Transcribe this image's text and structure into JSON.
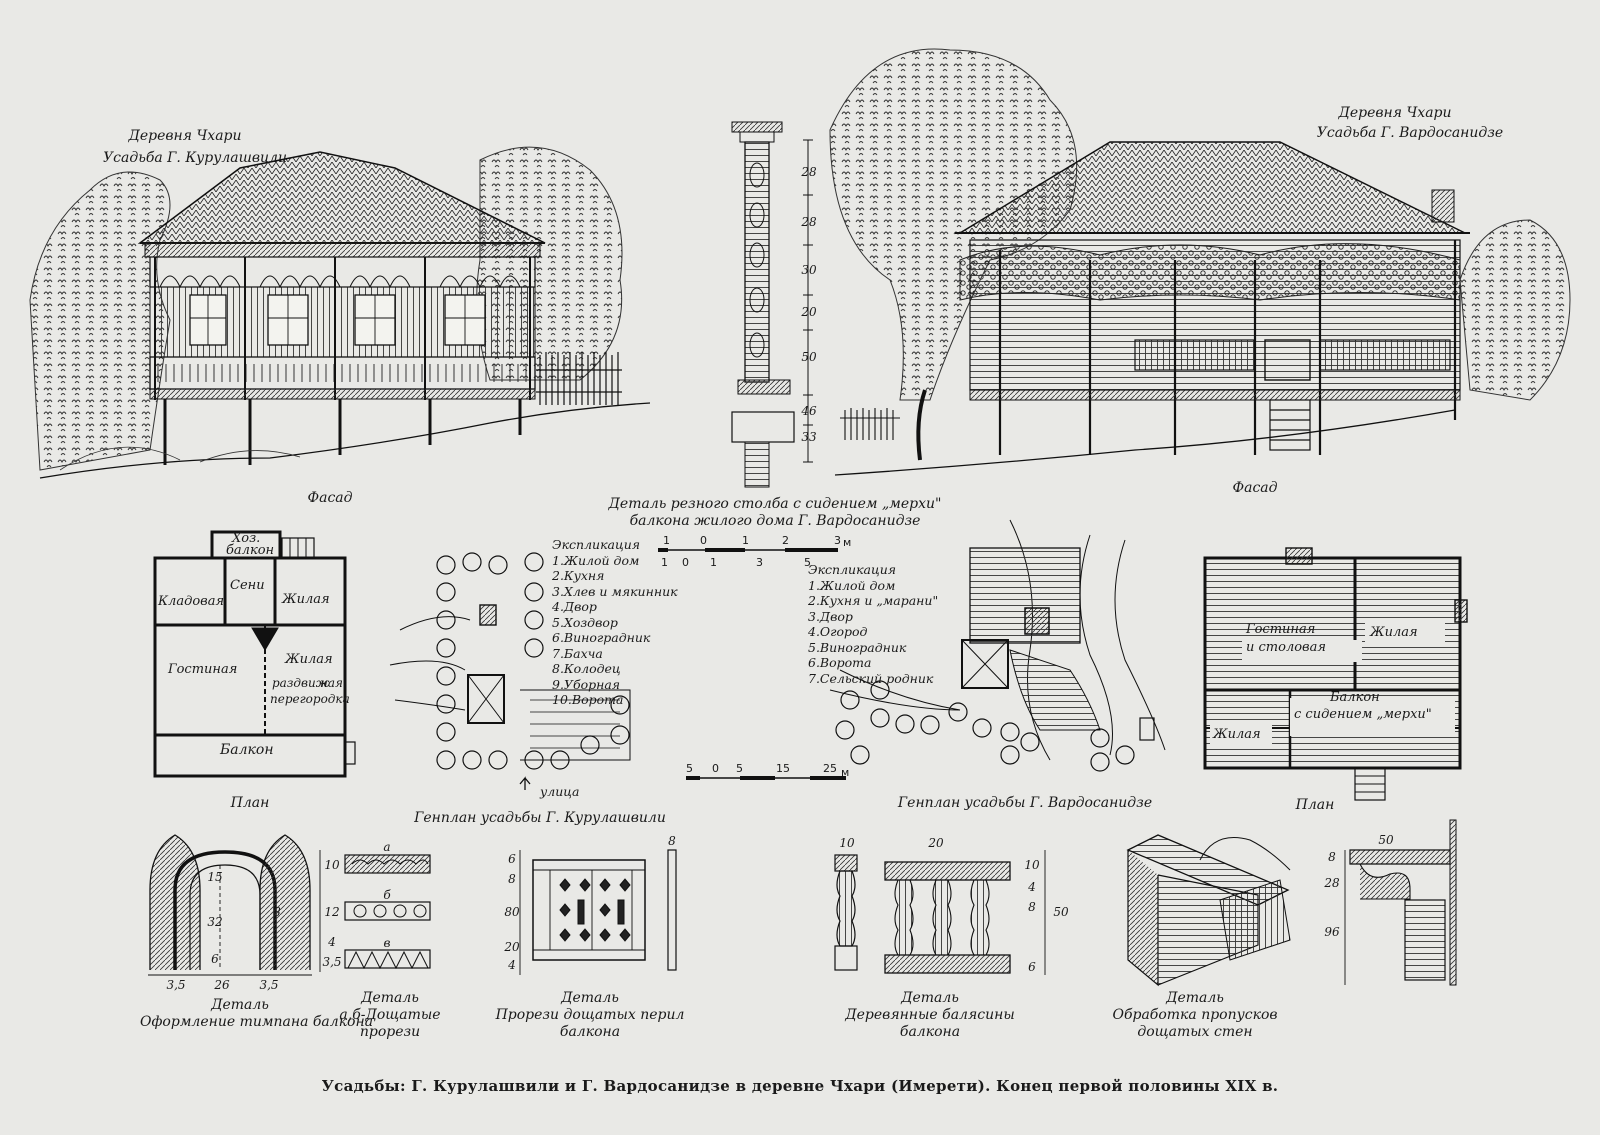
{
  "sketch_left": {
    "title_line1": "Деревня Чхари",
    "title_line2": "Усадьба Г. Курулашвили",
    "facade_label": "Фасад"
  },
  "sketch_right": {
    "title_line1": "Деревня Чхари",
    "title_line2": "Усадьба Г. Вардосанидзе",
    "facade_label": "Фасад"
  },
  "pillar_detail": {
    "caption_line1": "Деталь резного столба с сидением „мерхи\"",
    "caption_line2": "балкона жилого дома Г. Вардосанидзе",
    "dims": [
      "33",
      "46",
      "50",
      "20",
      "30",
      "28",
      "28"
    ]
  },
  "plan_left": {
    "rooms": {
      "hoz": "Хоз.",
      "balkon_top": "балкон",
      "seni": "Сени",
      "kladovaya": "Кладовая",
      "zhilaya_1": "Жилая",
      "zhilaya_2": "Жилая",
      "gostinaya": "Гостиная",
      "razdvizh_1": "раздвиж",
      "razdvizh_2": "ная",
      "razdvizh_3": "перегородка",
      "balkon": "Балкон"
    },
    "label": "План"
  },
  "genplan_left": {
    "title": "Генплан усадьбы Г. Курулашвили",
    "street": "улица",
    "legend_title": "Экспликация",
    "legend": [
      "1.Жилой дом",
      "2.Кухня",
      "3.Хлев и мякинник",
      "4.Двор",
      "5.Хоздвор",
      "6.Виноградник",
      "7.Бахча",
      "8.Колодец",
      "9.Уборная",
      "10.Ворота"
    ]
  },
  "scales": {
    "top_a": [
      "1",
      "0",
      "1",
      "2",
      "3"
    ],
    "top_b": [
      "1",
      "0",
      "1",
      "3",
      "5"
    ],
    "bottom": [
      "5",
      "0",
      "5",
      "15",
      "25"
    ],
    "unit": "м"
  },
  "genplan_right": {
    "title": "Генплан усадьбы Г. Вардосанидзе",
    "legend_title": "Экспликация",
    "legend": [
      "1.Жилой дом",
      "2.Кухня и „марани\"",
      "3.Двор",
      "4.Огород",
      "5.Виноградник",
      "6.Ворота",
      "7.Сельский родник"
    ]
  },
  "plan_right": {
    "rooms": {
      "gostinaya_1": "Гостиная",
      "gostinaya_2": "и столовая",
      "zhilaya_1": "Жилая",
      "balkon_1": "Балкон",
      "balkon_2": "с сидением „мерхи\"",
      "zhilaya_2": "Жилая"
    },
    "label": "План"
  },
  "details": [
    {
      "line1": "Деталь",
      "line2": "Оформление тимпана балкона",
      "line3": ""
    },
    {
      "line1": "Деталь",
      "line2": "а,б-Дощатые",
      "line3": "прорези"
    },
    {
      "line1": "Деталь",
      "line2": "Прорези дощатых перил",
      "line3": "балкона"
    },
    {
      "line1": "Деталь",
      "line2": "Деревянные балясины",
      "line3": "балкона"
    },
    {
      "line1": "Деталь",
      "line2": "Обработка пропусков",
      "line3": "дощатых стен"
    }
  ],
  "detail_dims": {
    "tympanum": [
      "15",
      "8",
      "32",
      "6",
      "3,5",
      "26",
      "3,5"
    ],
    "slots": [
      "а",
      "б",
      "в",
      "10",
      "12",
      "4",
      "3,5"
    ],
    "rail": [
      "6",
      "8",
      "80",
      "20",
      "4",
      "8"
    ],
    "balusters": [
      "10",
      "20",
      "10",
      "6",
      "8",
      "4",
      "50"
    ],
    "cornice": [
      "50",
      "8",
      "28",
      "96"
    ]
  },
  "caption": "Усадьбы: Г. Курулашвили и Г. Вардосанидзе в деревне Чхари (Имерети). Конец первой половины XIX в."
}
